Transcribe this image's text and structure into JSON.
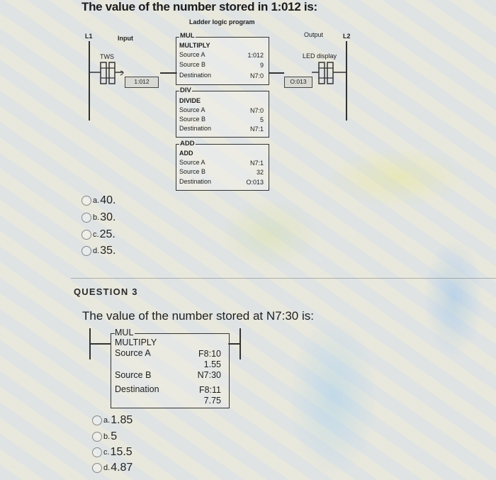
{
  "title": "The value of the number stored in 1:012 is:",
  "diagram1": {
    "caption": "Ladder logic program",
    "rail_left": "L1",
    "rail_right": "L2",
    "input_label": "Input",
    "output_label": "Output",
    "tws_label": "TWS",
    "input_addr": "1:012",
    "led_label": "LED display",
    "output_addr": "O:013",
    "mul": {
      "tag": "MUL",
      "name": "MULTIPLY",
      "src_a_label": "Source A",
      "src_a_val": "1:012",
      "src_b_label": "Source B",
      "src_b_val": "9",
      "dest_label": "Destination",
      "dest_val": "N7:0"
    },
    "div": {
      "tag": "DIV",
      "name": "DIVIDE",
      "src_a_label": "Source A",
      "src_a_val": "N7:0",
      "src_b_label": "Source B",
      "src_b_val": "5",
      "dest_label": "Destination",
      "dest_val": "N7:1"
    },
    "add": {
      "tag": "ADD",
      "name": "ADD",
      "src_a_label": "Source A",
      "src_a_val": "N7:1",
      "src_b_label": "Source B",
      "src_b_val": "32",
      "dest_label": "Destination",
      "dest_val": "O:013"
    }
  },
  "q2_options": [
    {
      "letter": "a.",
      "text": "40."
    },
    {
      "letter": "b.",
      "text": "30."
    },
    {
      "letter": "c.",
      "text": "25."
    },
    {
      "letter": "d.",
      "text": "35."
    }
  ],
  "q3": {
    "heading": "QUESTION 3",
    "text": "The value of the number stored at N7:30 is:",
    "block": {
      "tag": "MUL",
      "name": "MULTIPLY",
      "src_a_label": "Source A",
      "src_a_val1": "F8:10",
      "src_a_val2": "1.55",
      "src_b_label": "Source B",
      "src_b_val": "N7:30",
      "dest_label": "Destination",
      "dest_val1": "F8:11",
      "dest_val2": "7.75"
    },
    "options": [
      {
        "letter": "a.",
        "text": "1.85"
      },
      {
        "letter": "b.",
        "text": "5"
      },
      {
        "letter": "c.",
        "text": "15.5"
      },
      {
        "letter": "d.",
        "text": "4.87"
      }
    ]
  }
}
